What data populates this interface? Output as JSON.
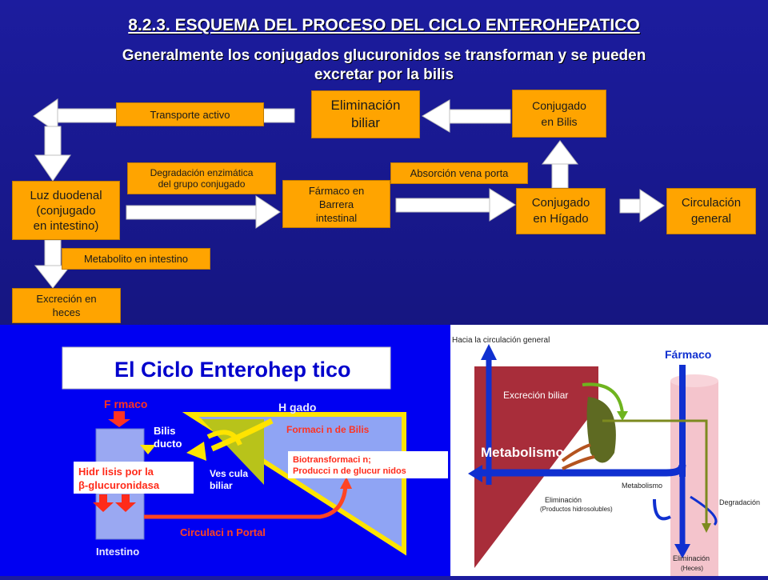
{
  "header": {
    "title": "8.2.3. ESQUEMA DEL PROCESO DEL CICLO ENTEROHEPATICO",
    "subtitle_line1": "Generalmente los conjugados glucuronidos se transforman y se pueden",
    "subtitle_line2": "excretar por la bilis"
  },
  "boxes": {
    "eliminacion_biliar": [
      "Eliminación",
      "biliar"
    ],
    "conjugado_bilis": [
      "Conjugado",
      "en Bilis"
    ],
    "transporte_activo": "Transporte activo",
    "luz_duodenal": [
      "Luz duodenal",
      "(conjugado",
      "en intestino)"
    ],
    "degradacion": [
      "Degradación enzimática",
      "del grupo conjugado"
    ],
    "farmaco_barrera": [
      "Fármaco en",
      "Barrera",
      "intestinal"
    ],
    "absorcion": "Absorción vena porta",
    "conjugado_higado": [
      "Conjugado",
      "en Hígado"
    ],
    "circulacion_general": [
      "Circulación",
      "general"
    ],
    "metabolito": "Metabolito en intestino",
    "excrecion_heces": [
      "Excreción en",
      "heces"
    ]
  },
  "left_panel": {
    "title": "El Ciclo Enterohep  tico",
    "farmaco": "F  rmaco",
    "higado": "H  gado",
    "bilis_ducto": [
      "Bilis",
      "ducto"
    ],
    "formacion_bilis": "Formaci   n de Bilis",
    "hidrolisis": [
      "Hidr  lisis por la",
      "β-glucuronidasa"
    ],
    "vesicula": [
      "Ves cula",
      "biliar"
    ],
    "biotransformacion": [
      "Biotransformaci   n;",
      "Producci   n de glucur   nidos"
    ],
    "circulacion_portal": "Circulaci   n Portal",
    "intestino": "Intestino"
  },
  "right_panel": {
    "hacia_circulacion": "Hacia la circulación general",
    "farmaco": "Fármaco",
    "excrecion_biliar": "Excreción biliar",
    "metabolismo_big": "Metabolismo",
    "metabolismo_small": "Metabolismo",
    "eliminacion_hidro": [
      "Eliminación",
      "(Productos hidrosolubles)"
    ],
    "degradacion": "Degradación",
    "eliminacion_heces": [
      "Eliminación",
      "(Heces)"
    ]
  },
  "colors": {
    "box_orange": "#ffa400",
    "background_blue": "#1818a0",
    "panel_blue": "#0000f2",
    "liver_red": "#a82d3a",
    "arrow_blue": "#1030d0",
    "olive": "#7d8a1f"
  }
}
